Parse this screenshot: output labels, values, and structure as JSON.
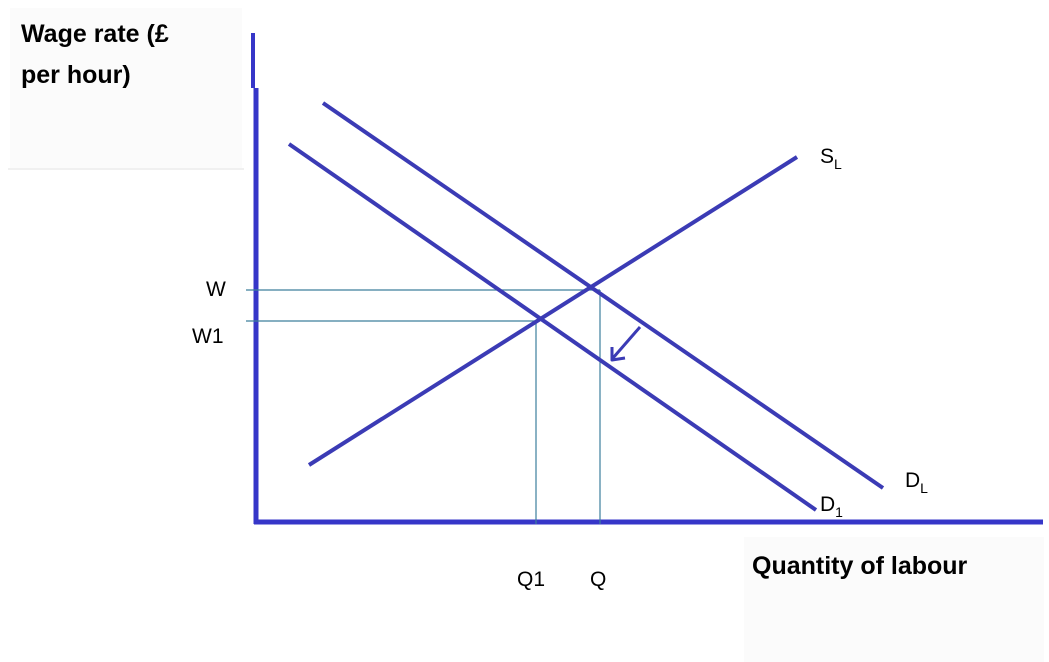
{
  "axes": {
    "y_title_line1": "Wage rate (£",
    "y_title_line2": "per hour)",
    "x_title": "Quantity of labour"
  },
  "curves": {
    "supply": {
      "main": "S",
      "sub": "L"
    },
    "demand_original": {
      "main": "D",
      "sub": "L"
    },
    "demand_new": {
      "main": "D",
      "sub": "1"
    }
  },
  "markers": {
    "wage_original": "W",
    "wage_new": "W1",
    "quantity_new": "Q1",
    "quantity_original": "Q"
  },
  "colors": {
    "curve": "#3b3bb5",
    "axis": "#3636c8",
    "guide": "#3d7f9c",
    "text": "#000000"
  }
}
